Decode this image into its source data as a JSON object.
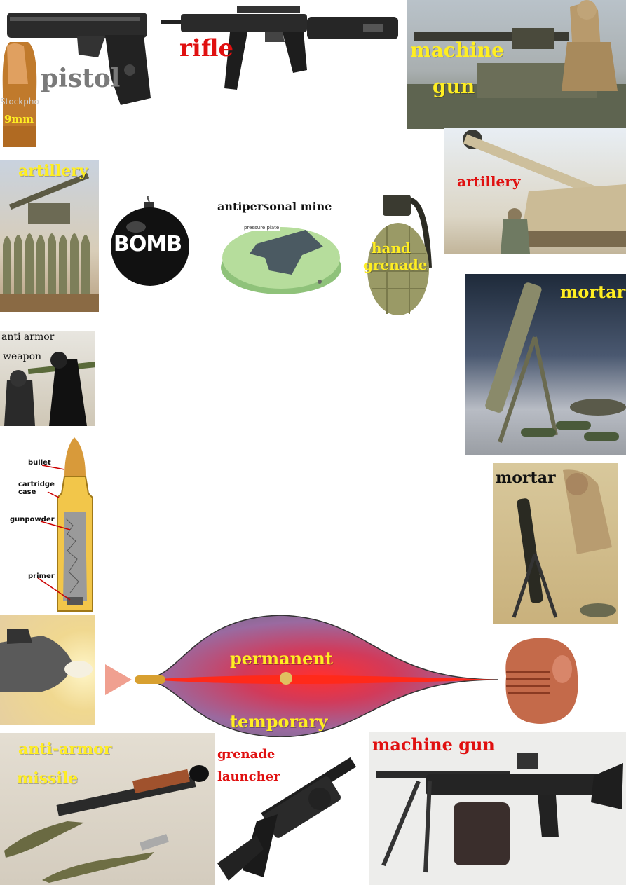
{
  "labels": {
    "pistol": "pistol",
    "caliber": "9mm",
    "stock_watermark": "Stockpho",
    "rifle": "rifle",
    "machine_gun_top_1": "machine",
    "machine_gun_top_2": "gun",
    "artillery_left": "artillery",
    "bomb": "BOMB",
    "antipersonal_mine": "antipersonal mine",
    "mine_tag": "pressure plate",
    "hand_grenade_1": "hand",
    "hand_grenade_2": "grenade",
    "artillery_right": "artillery",
    "mortar_top": "mortar",
    "anti_armor_weapon_1": "anti armor",
    "anti_armor_weapon_2": "weapon",
    "mortar_bottom": "mortar",
    "wound_permanent": "permanent",
    "wound_temporary": "temporary",
    "anti_armor_missile_1": "anti-armor",
    "anti_armor_missile_2": "missile",
    "grenade_launcher_1": "grenade",
    "grenade_launcher_2": "launcher",
    "machine_gun_bottom": "machine gun"
  },
  "cartridge_diagram": {
    "parts": [
      "bullet",
      "cartridge case",
      "gunpowder",
      "primer"
    ]
  },
  "colors": {
    "label_red": "#e01010",
    "label_yellow": "#ffee22",
    "label_gray": "#7a7a7a"
  }
}
